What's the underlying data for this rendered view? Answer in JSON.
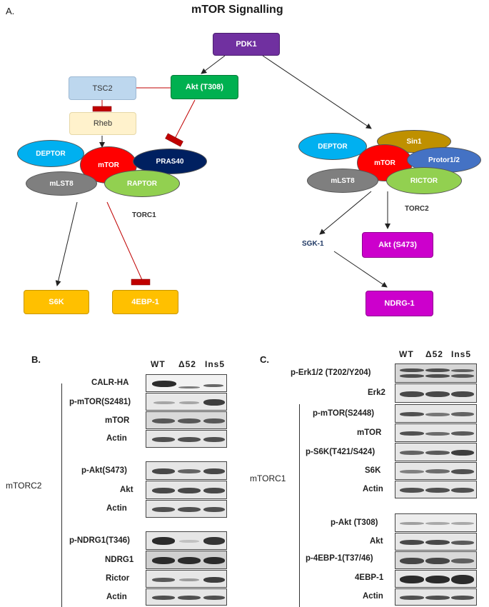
{
  "panel_a": {
    "letter": "A.",
    "title": "mTOR Signalling",
    "nodes": {
      "pdk1": "PDK1",
      "akt_t308": "Akt (T308)",
      "tsc2": "TSC2",
      "rheb": "Rheb",
      "deptor1": "DEPTOR",
      "mtor1": "mTOR",
      "pras40": "PRAS40",
      "mlst8_1": "mLST8",
      "raptor": "RAPTOR",
      "torc1": "TORC1",
      "s6k": "S6K",
      "4ebp1": "4EBP-1",
      "deptor2": "DEPTOR",
      "sin1": "Sin1",
      "mtor2": "mTOR",
      "protor": "Protor1/2",
      "mlst8_2": "mLST8",
      "rictor": "RICTOR",
      "torc2": "TORC2",
      "sgk1": "SGK-1",
      "akt_s473": "Akt (S473)",
      "ndrg1": "NDRG-1"
    },
    "colors": {
      "pdk1": "#7030a0",
      "akt_t308": "#00b050",
      "tsc2": "#bdd7ee",
      "rheb": "#fff2cc",
      "deptor": "#00b0f0",
      "mtor": "#ff0000",
      "pras40": "#002060",
      "mlst8": "#7f7f7f",
      "raptor": "#92d050",
      "s6k": "#ffc000",
      "sin1": "#bf9000",
      "protor": "#4472c4",
      "akt_s473": "#cc00cc",
      "inhibit": "#c00000"
    }
  },
  "panel_b": {
    "letter": "B.",
    "columns": [
      "WT",
      "Δ52",
      "Ins5"
    ],
    "group_label": "mTORC2",
    "rows": [
      "CALR-HA",
      "p-mTOR(S2481)",
      "mTOR",
      "Actin",
      "p-Akt(S473)",
      "Akt",
      "Actin",
      "p-NDRG1(T346)",
      "NDRG1",
      "Rictor",
      "Actin"
    ]
  },
  "panel_c": {
    "letter": "C.",
    "columns": [
      "WT",
      "Δ52",
      "Ins5"
    ],
    "group_label": "mTORC1",
    "rows": [
      "p-Erk1/2 (T202/Y204)",
      "Erk2",
      "p-mTOR(S2448)",
      "mTOR",
      "p-S6K(T421/S424)",
      "S6K",
      "Actin",
      "p-Akt (T308)",
      "Akt",
      "p-4EBP-1(T37/46)",
      "4EBP-1",
      "Actin"
    ]
  }
}
